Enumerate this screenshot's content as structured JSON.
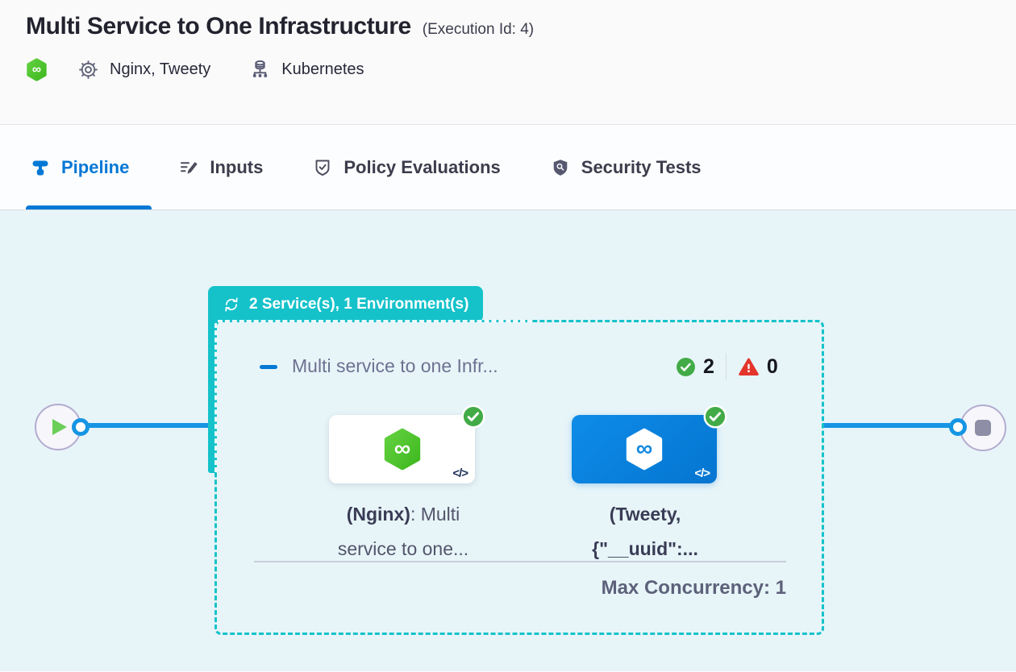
{
  "header": {
    "title": "Multi Service to One Infrastructure",
    "execution_id": "(Execution Id: 4)",
    "services": "Nginx, Tweety",
    "infrastructure": "Kubernetes"
  },
  "tabs": [
    {
      "id": "pipeline",
      "label": "Pipeline",
      "active": true
    },
    {
      "id": "inputs",
      "label": "Inputs",
      "active": false
    },
    {
      "id": "policy-evaluations",
      "label": "Policy Evaluations",
      "active": false
    },
    {
      "id": "security-tests",
      "label": "Security Tests",
      "active": false
    }
  ],
  "pipeline": {
    "group_badge": {
      "label": "2 Service(s), 1 Environment(s)"
    },
    "stage": {
      "title": "Multi service to one Infr...",
      "success_count": "2",
      "failed_count": "0",
      "services": [
        {
          "name": "(Nginx)",
          "line1_rest": ": Multi",
          "line2": "service to one...",
          "card_style": "light",
          "status": "success"
        },
        {
          "name": "(Tweety,",
          "line1_rest": "",
          "line2": "{\"__uuid\":...",
          "card_style": "primary",
          "status": "success"
        }
      ],
      "max_concurrency": "Max Concurrency: 1"
    }
  },
  "icons": {
    "infinity": "∞",
    "code": "</>"
  },
  "colors": {
    "accent_teal": "#15c2ca",
    "primary_blue": "#0278d5",
    "edge_blue": "#1695e3",
    "success_green": "#42ab47",
    "error_red": "#e3352c",
    "service_green": "#4cc42c",
    "card_primary_blue": "#0a82dc",
    "canvas_bg": "#e7f5f9"
  }
}
